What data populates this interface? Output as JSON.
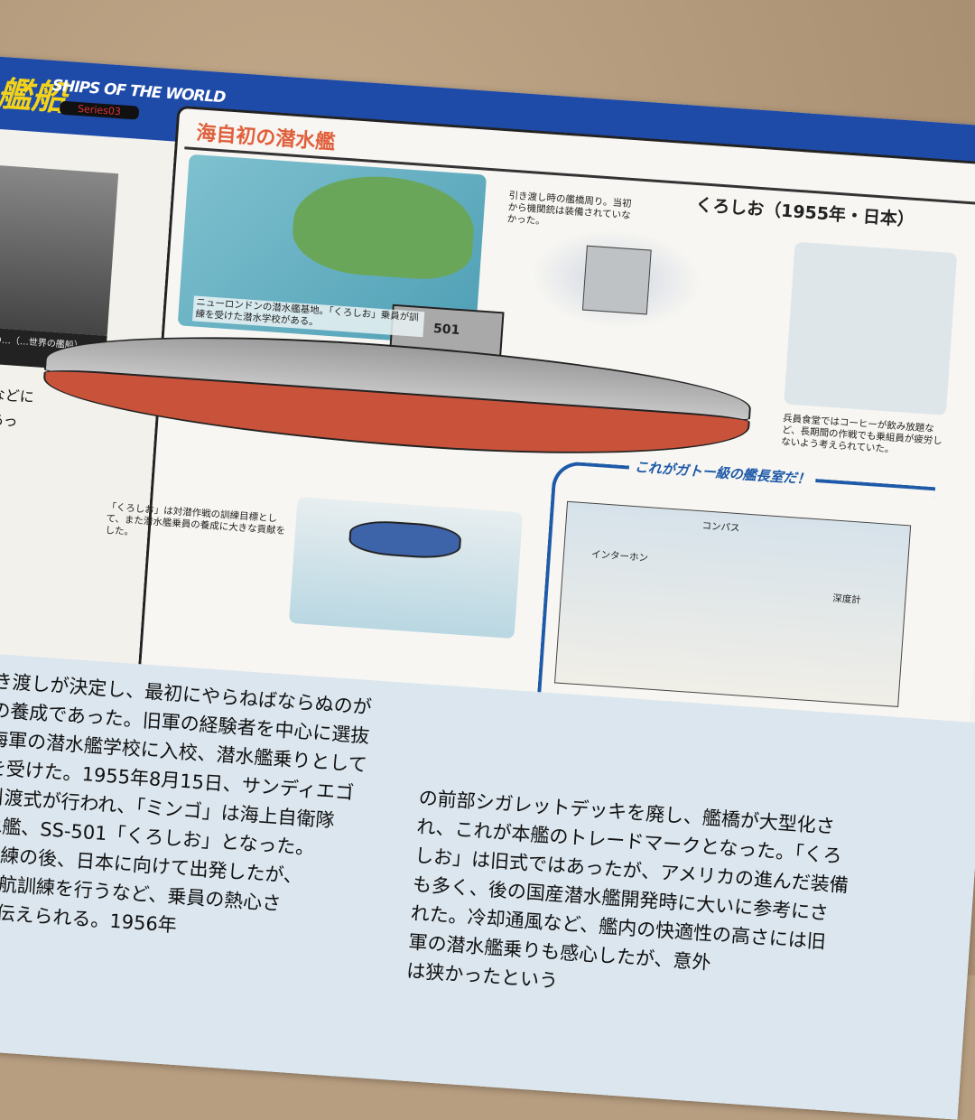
{
  "header": {
    "brand_jp": "艦船",
    "brand_en": "SHIPS OF THE WORLD",
    "series": "Series03"
  },
  "panel": {
    "title": "海自初の潜水艦",
    "ship_name": "くろしお（1955年・日本）",
    "harbor_caption": "ニューロンドンの潜水艦基地。「くろしお」乗員が訓練を受けた潜水学校がある。",
    "bridge_caption": "引き渡し時の艦橋周り。当初から機関銃は装備されていなかった。",
    "mess_caption": "兵員食堂ではコーヒーが飲み放題など、長期間の作戦でも乗組員が疲労しないよう考えられていた。",
    "hull_number": "501",
    "planes_caption": "「くろしお」は対潜作戦の訓練目標として、また潜水艦乗員の養成に大きな貢献をした。",
    "cabin": {
      "title": "これがガトー級の艦長室だ！",
      "labels": [
        "コンパス",
        "インターホン",
        "深度計"
      ]
    }
  },
  "left_page": {
    "photo_caption": "…であった。後の…（…世界の艦船）",
    "text": "艦などに\nであっ\n訓に\nれ"
  },
  "body": {
    "column1": "引き渡しが決定し、最初にやらねばならぬのが\n員の養成であった。旧軍の経験者を中心に選抜\n米海軍の潜水艦学校に入校、潜水艦乗りとして\n育を受けた。1955年8月15日、サンディエゴ\nて引渡式が行われ、「ミンゴ」は海上自衛隊\n潜水艦、SS-501「くろしお」となった。\nの訓練の後、日本に向けて出発したが、\n日潜航訓練を行うなど、乗員の熱心さ\nたと伝えられる。1956年",
    "column2": "の前部シガレットデッキを廃し、艦橋が大型化さ\nれ、これが本艦のトレードマークとなった。「くろ\nしお」は旧式ではあったが、アメリカの進んだ装備\nも多く、後の国産潜水艦開発時に大いに参考にさ\nれた。冷却通風など、艦内の快適性の高さには旧\n軍の潜水艦乗りも感心したが、意外\nは狭かったという"
  },
  "colors": {
    "banner": "#1e4aa8",
    "title_red": "#e0603c",
    "hull_red": "#c9533a",
    "background": "#b89e80"
  }
}
